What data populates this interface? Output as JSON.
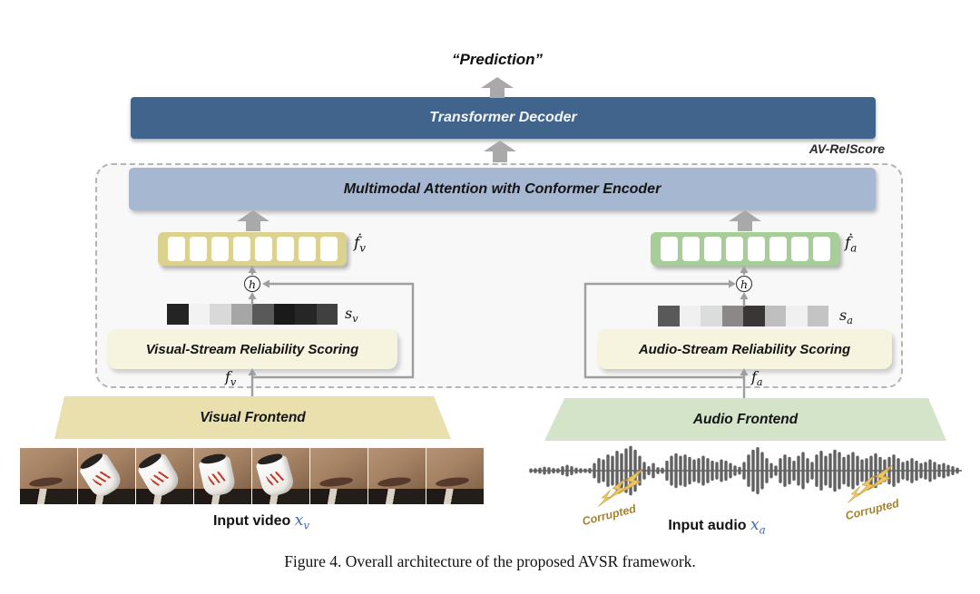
{
  "figure": {
    "prediction": "“Prediction”",
    "transformer_decoder": "Transformer Decoder",
    "av_relscore": "AV-RelScore",
    "multimodal": "Multimodal Attention with Conformer Encoder",
    "caption": "Figure 4. Overall architecture of the proposed AVSR framework.",
    "h_label": "h",
    "visual": {
      "feat_dot": "ḟ",
      "f": "f",
      "s": "s",
      "x": "x",
      "sub": "v",
      "cells": 8,
      "scores": [
        "#242424",
        "#f2f2f2",
        "#d9d9d9",
        "#a6a6a6",
        "#595959",
        "#1a1a1a",
        "#262626",
        "#404040"
      ],
      "scoring_box": "Visual-Stream Reliability Scoring",
      "frontend": "Visual Frontend",
      "input_label": "Input video"
    },
    "audio": {
      "feat_dot": "ḟ",
      "f": "f",
      "s": "s",
      "x": "x",
      "sub": "a",
      "cells": 8,
      "scores": [
        "#595959",
        "#f0f0f0",
        "#dcdcdc",
        "#8c8888",
        "#3a3636",
        "#bfbfbf",
        "#f0f0f0",
        "#c4c4c4"
      ],
      "scoring_box": "Audio-Stream Reliability Scoring",
      "frontend": "Audio Frontend",
      "input_label": "Input audio",
      "corrupted_label": "Corrupted"
    }
  },
  "colors": {
    "transformer_bar": "#41648c",
    "multimodal_bar": "#a6b7d2",
    "visual_vector": "#dcd28f",
    "audio_vector": "#a7cd98",
    "scoring_bg": "#f6f3de",
    "visual_frontend": "#e9e0ad",
    "audio_frontend": "#d3e4c9",
    "dashed_bg": "#f8f8f8",
    "arrow_gray": "#a9a9a9",
    "line_gray": "#9e9e9e",
    "waveform": "#616161",
    "bolt": "#edc76a",
    "bolt_edge": "#c9a041",
    "corrupted_text": "#a5832c",
    "math_blue": "#3e68b8"
  },
  "video_frames": [
    {
      "cup": false
    },
    {
      "cup": true,
      "rot": -32
    },
    {
      "cup": true,
      "rot": -30
    },
    {
      "cup": true,
      "rot": -12
    },
    {
      "cup": true,
      "rot": -16
    },
    {
      "cup": false
    },
    {
      "cup": false
    },
    {
      "cup": false
    }
  ],
  "waveform": {
    "amplitudes": [
      0.03,
      0.04,
      0.06,
      0.1,
      0.08,
      0.05,
      0.04,
      0.12,
      0.18,
      0.12,
      0.06,
      0.04,
      0.03,
      0.05,
      0.25,
      0.45,
      0.4,
      0.6,
      0.55,
      0.75,
      0.65,
      0.85,
      0.95,
      0.8,
      0.55,
      0.3,
      0.12,
      0.25,
      0.08,
      0.06,
      0.35,
      0.55,
      0.65,
      0.55,
      0.6,
      0.5,
      0.4,
      0.45,
      0.55,
      0.45,
      0.35,
      0.3,
      0.4,
      0.35,
      0.25,
      0.15,
      0.1,
      0.3,
      0.6,
      0.8,
      0.9,
      0.7,
      0.45,
      0.25,
      0.15,
      0.45,
      0.6,
      0.5,
      0.35,
      0.55,
      0.7,
      0.45,
      0.3,
      0.6,
      0.75,
      0.55,
      0.65,
      0.8,
      0.7,
      0.5,
      0.6,
      0.7,
      0.55,
      0.4,
      0.45,
      0.55,
      0.65,
      0.5,
      0.4,
      0.5,
      0.6,
      0.45,
      0.3,
      0.35,
      0.45,
      0.35,
      0.25,
      0.3,
      0.4,
      0.3,
      0.2,
      0.25,
      0.18,
      0.12,
      0.06
    ]
  }
}
